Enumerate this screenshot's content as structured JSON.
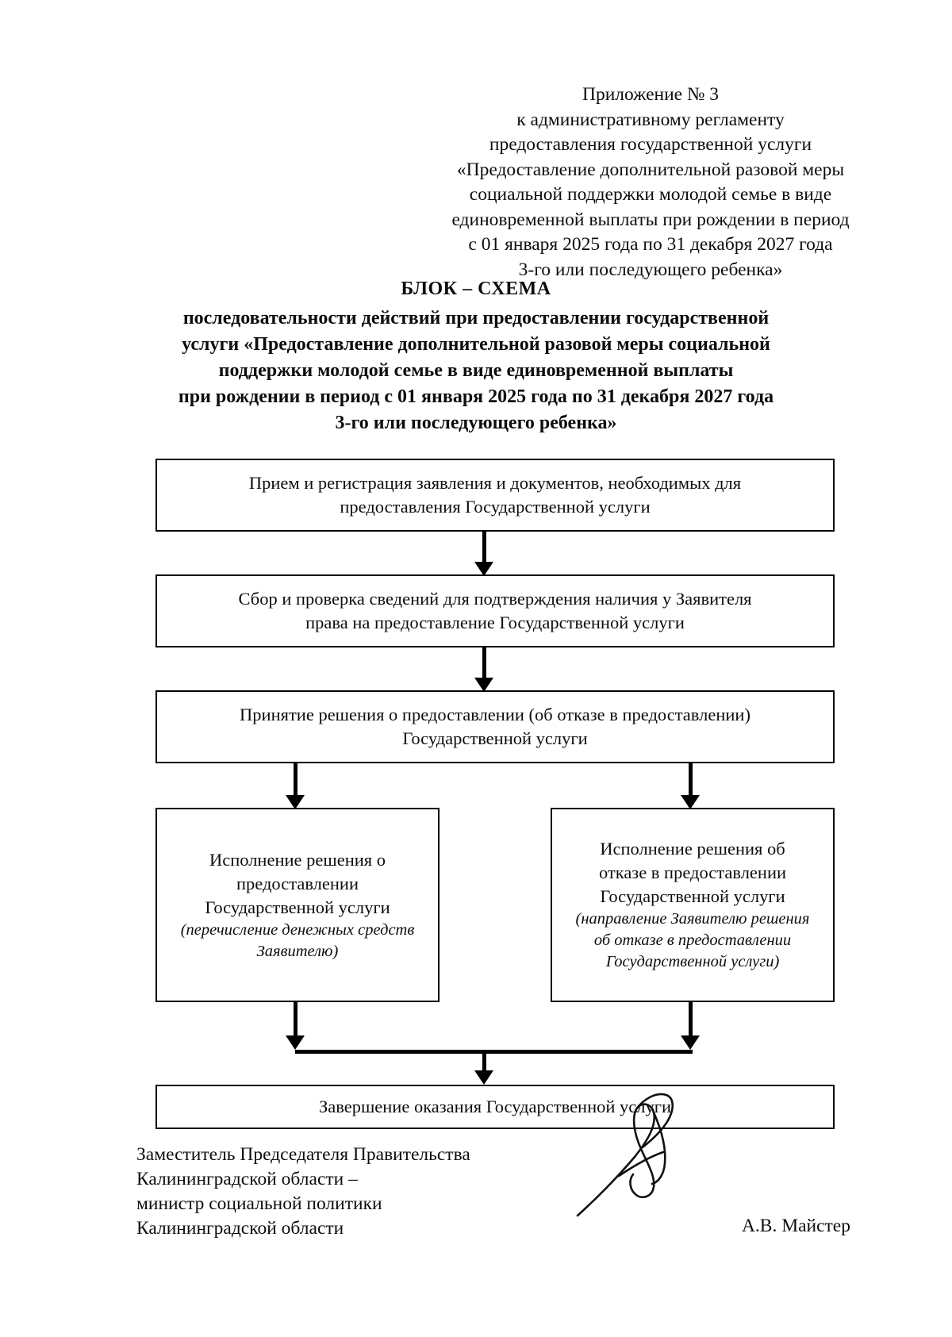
{
  "document": {
    "language": "ru",
    "background_color": "#ffffff",
    "text_color": "#0d0d0d"
  },
  "appendix": {
    "lines": [
      "Приложение № 3",
      "к административному регламенту",
      "предоставления государственной услуги",
      "«Предоставление дополнительной разовой меры",
      "социальной поддержки молодой семье в виде",
      "единовременной выплаты при рождении в период",
      "с 01 января 2025 года по 31 декабря 2027 года",
      "3-го или последующего ребенка»"
    ]
  },
  "title": {
    "heading": "БЛОК – СХЕМА",
    "lines": [
      "последовательности действий при предоставлении государственной",
      "услуги «Предоставление дополнительной разовой меры социальной",
      "поддержки молодой семье в виде единовременной выплаты",
      "при рождении в период с 01 января 2025 года по 31 декабря 2027 года",
      "3-го или последующего ребенка»"
    ]
  },
  "flowchart": {
    "type": "flowchart",
    "orientation": "top-to-bottom",
    "nodes": [
      {
        "id": "intake",
        "lines": [
          "Прием и регистрация заявления и документов, необходимых для",
          "предоставления Государственной услуги"
        ],
        "notes": []
      },
      {
        "id": "verify",
        "lines": [
          "Сбор и проверка сведений для подтверждения наличия у Заявителя",
          "права на предоставление Государственной услуги"
        ],
        "notes": []
      },
      {
        "id": "decision",
        "lines": [
          "Принятие решения о предоставлении (об отказе в предоставлении)",
          "Государственной услуги"
        ],
        "notes": []
      },
      {
        "id": "grant",
        "lines": [
          "Исполнение решения о",
          "предоставлении",
          "Государственной услуги"
        ],
        "notes": [
          "(перечисление денежных средств",
          "Заявителю)"
        ]
      },
      {
        "id": "refuse",
        "lines": [
          "Исполнение решения об",
          "отказе в предоставлении",
          "Государственной услуги"
        ],
        "notes": [
          "(направление Заявителю решения",
          "об отказе в предоставлении",
          "Государственной услуги)"
        ]
      },
      {
        "id": "complete",
        "lines": [
          "Завершение оказания Государственной услуги"
        ],
        "notes": []
      }
    ],
    "edges": [
      {
        "from": "intake",
        "to": "verify",
        "style": "arrow-down"
      },
      {
        "from": "verify",
        "to": "decision",
        "style": "arrow-down"
      },
      {
        "from": "decision",
        "to": "grant",
        "style": "arrow-down-left-branch"
      },
      {
        "from": "decision",
        "to": "refuse",
        "style": "arrow-down-right-branch"
      },
      {
        "from": "grant",
        "to": "complete",
        "style": "arrow-down-merge"
      },
      {
        "from": "refuse",
        "to": "complete",
        "style": "arrow-down-merge"
      }
    ]
  },
  "signature": {
    "lines": [
      "Заместитель Председателя Правительства",
      "Калининградской области –",
      "министр социальной политики",
      "Калининградской области"
    ],
    "name": "А.В. Майстер",
    "mark": "handwritten-signature"
  }
}
